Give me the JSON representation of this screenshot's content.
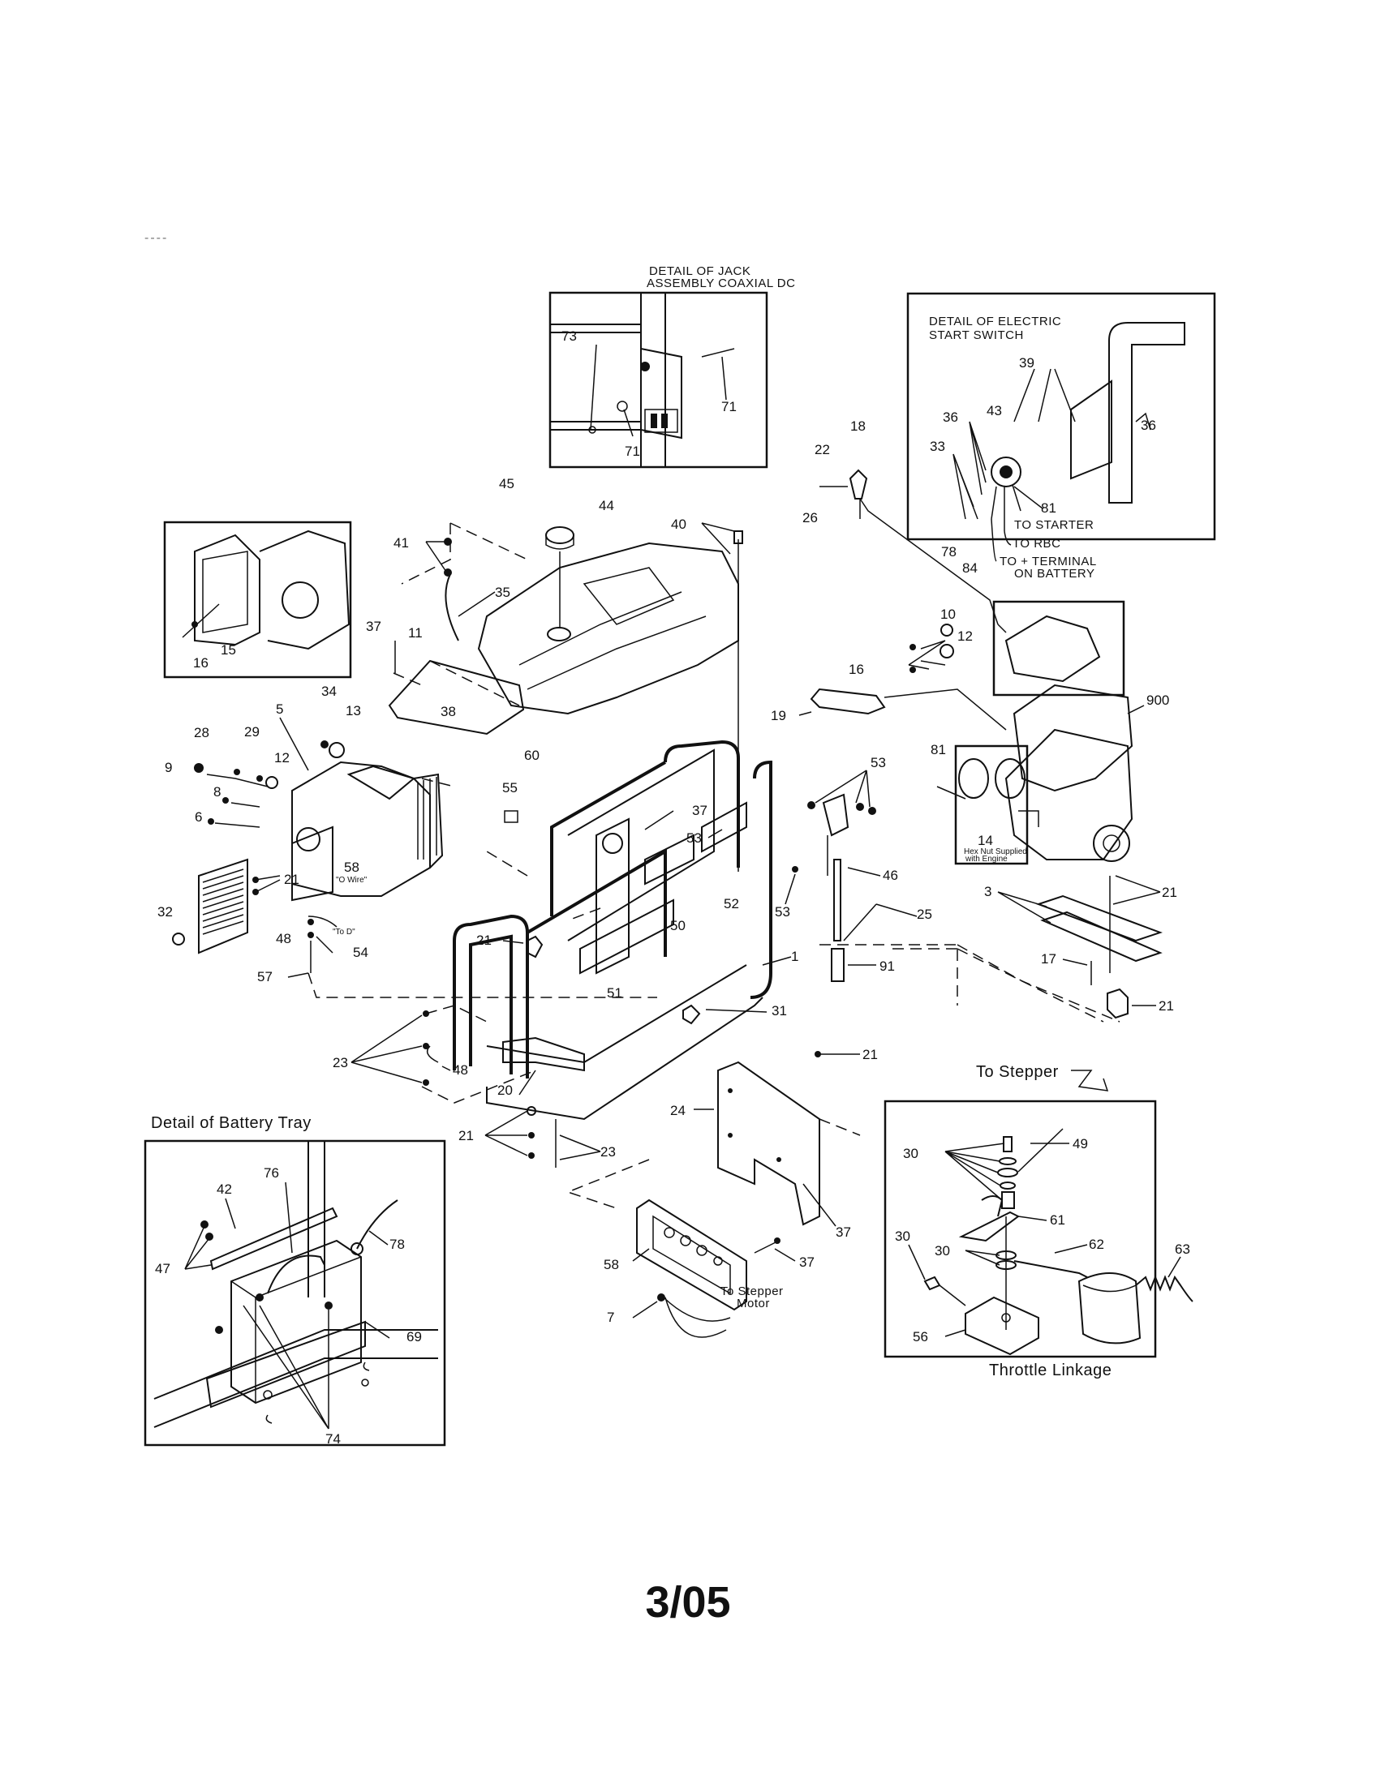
{
  "page": {
    "code": "3/05",
    "corner_mark": "----"
  },
  "details": {
    "jack": {
      "title_line1": "DETAIL OF JACK",
      "title_line2": "ASSEMBLY COAXIAL DC"
    },
    "switch": {
      "title_line1": "DETAIL OF ELECTRIC",
      "title_line2": "START SWITCH"
    },
    "battery": {
      "title": "Detail of Battery Tray"
    },
    "throttle": {
      "title": "Throttle Linkage"
    }
  },
  "annotations": {
    "to_starter": "TO STARTER",
    "to_rbc": "TO RBC",
    "to_terminal_1": "TO + TERMINAL",
    "to_terminal_2": "ON BATTERY",
    "to_stepper": "To Stepper",
    "to_stepper_motor_1": "To Stepper",
    "to_stepper_motor_2": "Motor",
    "o_wire": "\"O Wire\"",
    "to_d": "\"To D\"",
    "hex_nut_1": "Hex Nut Supplied",
    "hex_nut_2": "with Engine"
  },
  "callouts": {
    "c73": "73",
    "c71a": "71",
    "c71b": "71",
    "c39": "39",
    "c36a": "36",
    "c36b": "36",
    "c43": "43",
    "c33": "33",
    "c81a": "81",
    "c78": "78",
    "c84": "84",
    "c18": "18",
    "c22": "22",
    "c26": "26",
    "c45": "45",
    "c44": "44",
    "c40": "40",
    "c41": "41",
    "c35": "35",
    "c37a": "37",
    "c11": "11",
    "c38": "38",
    "c60": "60",
    "c15": "15",
    "c16a": "16",
    "c10": "10",
    "c12a": "12",
    "c16b": "16",
    "c19": "19",
    "c900": "900",
    "c81b": "81",
    "c14": "14",
    "c34": "34",
    "c13": "13",
    "c5": "5",
    "c28": "28",
    "c29": "29",
    "c12b": "12",
    "c9": "9",
    "c8": "8",
    "c6": "6",
    "c58a": "58",
    "c21a": "21",
    "c32": "32",
    "c48a": "48",
    "c54": "54",
    "c57": "57",
    "c55": "55",
    "c37b": "37",
    "c53a": "53",
    "c53b": "53",
    "c53c": "53",
    "c46": "46",
    "c25": "25",
    "c91": "91",
    "c52": "52",
    "c50": "50",
    "c51": "51",
    "c1": "1",
    "c31": "31",
    "c21b": "21",
    "c3": "3",
    "c21c": "21",
    "c17": "17",
    "c21d": "21",
    "c21e": "21",
    "c23a": "23",
    "c48b": "48",
    "c20": "20",
    "c21f": "21",
    "c23b": "23",
    "c24": "24",
    "c37c": "37",
    "c58b": "58",
    "c37d": "37",
    "c7": "7",
    "c42": "42",
    "c76": "76",
    "c78b": "78",
    "c47": "47",
    "c69": "69",
    "c74": "74",
    "c30a": "30",
    "c49": "49",
    "c61": "61",
    "c30b": "30",
    "c30c": "30",
    "c62": "62",
    "c63": "63",
    "c56": "56"
  }
}
